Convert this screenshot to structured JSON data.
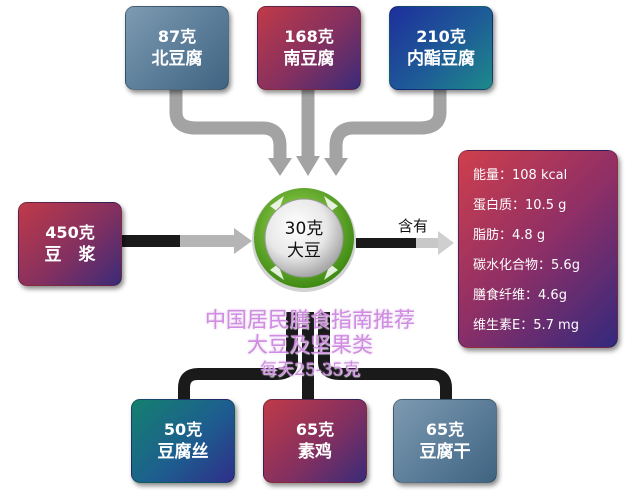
{
  "center": {
    "line1": "30克",
    "line2": "大豆"
  },
  "contains_label": "含有",
  "top_items": [
    {
      "amount": "87克",
      "name": "北豆腐"
    },
    {
      "amount": "168克",
      "name": "南豆腐"
    },
    {
      "amount": "210克",
      "name": "内酯豆腐"
    }
  ],
  "left_item": {
    "amount": "450克",
    "name": "豆　浆"
  },
  "bottom_items": [
    {
      "amount": "50克",
      "name": "豆腐丝"
    },
    {
      "amount": "65克",
      "name": "素鸡"
    },
    {
      "amount": "65克",
      "name": "豆腐干"
    }
  ],
  "nutrients": [
    {
      "label": "能量：",
      "value": "108 kcal"
    },
    {
      "label": "蛋白质：",
      "value": "10.5 g"
    },
    {
      "label": "脂肪：",
      "value": "4.8 g"
    },
    {
      "label": "碳水化合物：",
      "value": "5.6g"
    },
    {
      "label": "膳食纤维：",
      "value": "4.6g"
    },
    {
      "label": "维生素E：",
      "value": "5.7 mg"
    }
  ],
  "guideline": {
    "line1": "中国居民膳食指南推荐",
    "line2": "大豆及坚果类",
    "line3": "每天25-35克"
  },
  "colors": {
    "arrow_gray": "#9a9a9a",
    "arrow_black": "#1a1a1a",
    "ring_green": "#6fbf2a",
    "guideline_text": "#cf8ce0"
  }
}
